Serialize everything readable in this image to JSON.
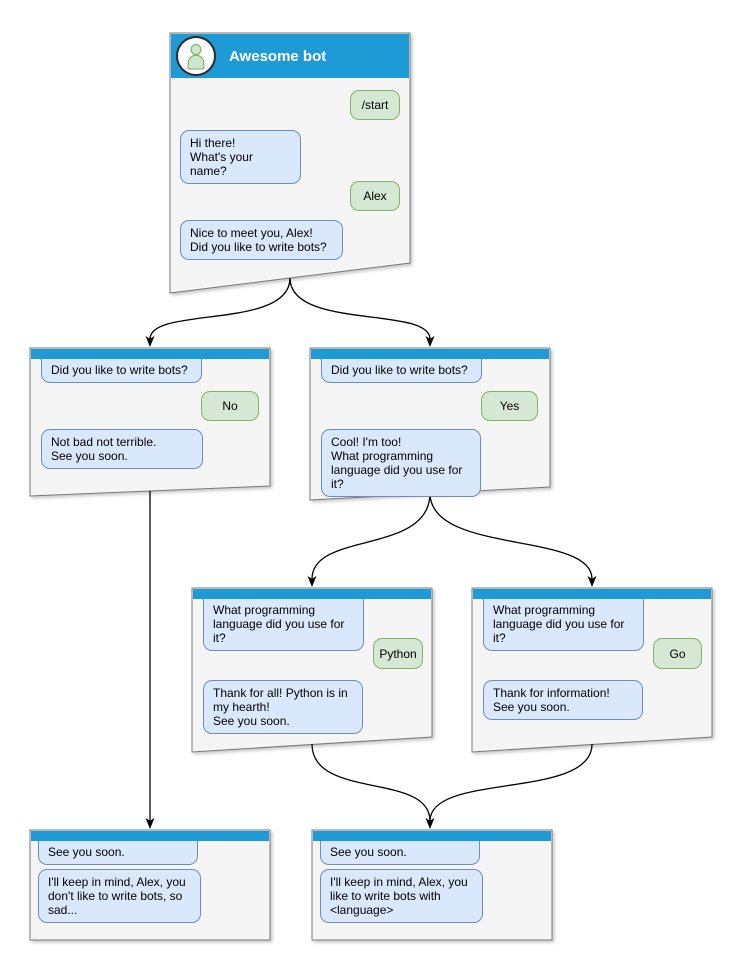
{
  "colors": {
    "header_blue": "#1e9bd7",
    "card_fill": "#f5f5f5",
    "card_border": "#7a7a7a",
    "bot_bubble_fill": "#dae8fc",
    "bot_bubble_border": "#6c8ebf",
    "user_bubble_fill": "#d5e8d4",
    "user_bubble_border": "#82b366"
  },
  "main_window": {
    "title": "Awesome bot",
    "avatar_icon": "person-icon",
    "messages": {
      "start_command": "/start",
      "greeting": "Hi there!\nWhat's your name?",
      "user_name": "Alex",
      "nice_to_meet": "Nice to meet you, Alex!\nDid you like to write bots?"
    }
  },
  "branch_no": {
    "question": "Did you like to write bots?",
    "answer": "No",
    "reply": "Not bad not terrible.\nSee you soon."
  },
  "branch_yes": {
    "question": "Did you like to write bots?",
    "answer": "Yes",
    "reply": "Cool! I'm too!\nWhat programming\nlanguage did you use for it?"
  },
  "branch_python": {
    "question": "What programming\nlanguage did you use for it?",
    "answer": "Python",
    "reply": "Thank for all! Python is in\nmy hearth!\nSee you soon."
  },
  "branch_go": {
    "question": "What programming\nlanguage did you use for it?",
    "answer": "Go",
    "reply": "Thank for information!\nSee you soon."
  },
  "end_no": {
    "question": "See you soon.",
    "reply": "I'll keep in mind, Alex, you\ndon't like to write bots, so\nsad..."
  },
  "end_yes": {
    "question": "See you soon.",
    "reply": "I'll keep in mind, Alex, you\nlike to write bots with\n<language>"
  }
}
